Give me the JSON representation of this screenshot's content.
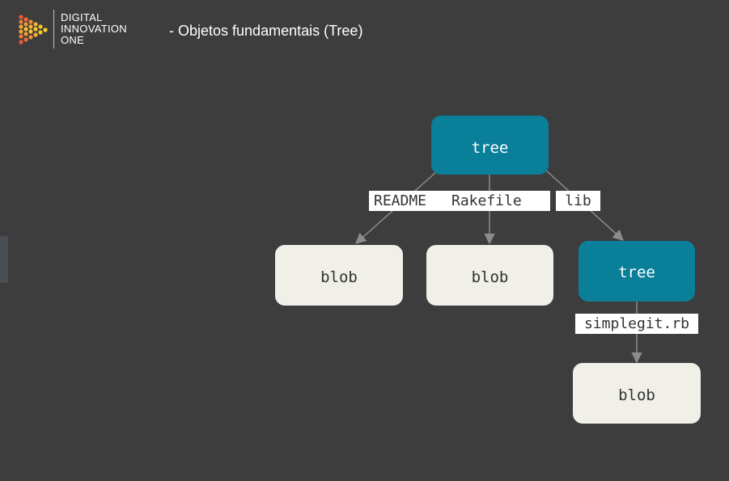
{
  "header": {
    "logo_lines": [
      "DIGITAL",
      "INNOVATION",
      "ONE"
    ],
    "title": "- Objetos fundamentais (Tree)"
  },
  "diagram": {
    "nodes": {
      "root": {
        "label": "tree",
        "kind": "tree"
      },
      "blob1": {
        "label": "blob",
        "kind": "blob"
      },
      "blob2": {
        "label": "blob",
        "kind": "blob"
      },
      "lib_tree": {
        "label": "tree",
        "kind": "tree"
      },
      "blob3": {
        "label": "blob",
        "kind": "blob"
      }
    },
    "edges": {
      "readme": {
        "from": "root",
        "to": "blob1",
        "label": "README"
      },
      "rakefile": {
        "from": "root",
        "to": "blob2",
        "label": "Rakefile"
      },
      "lib": {
        "from": "root",
        "to": "lib_tree",
        "label": "lib"
      },
      "simplegit": {
        "from": "lib_tree",
        "to": "blob3",
        "label": "simplegit.rb"
      }
    }
  },
  "colors": {
    "background": "#3d3d3d",
    "tree_fill": "#0a7f9a",
    "tree_text": "#ffffff",
    "blob_fill": "#f0efe8",
    "blob_text": "#333333",
    "edge": "#8c8c8c"
  }
}
